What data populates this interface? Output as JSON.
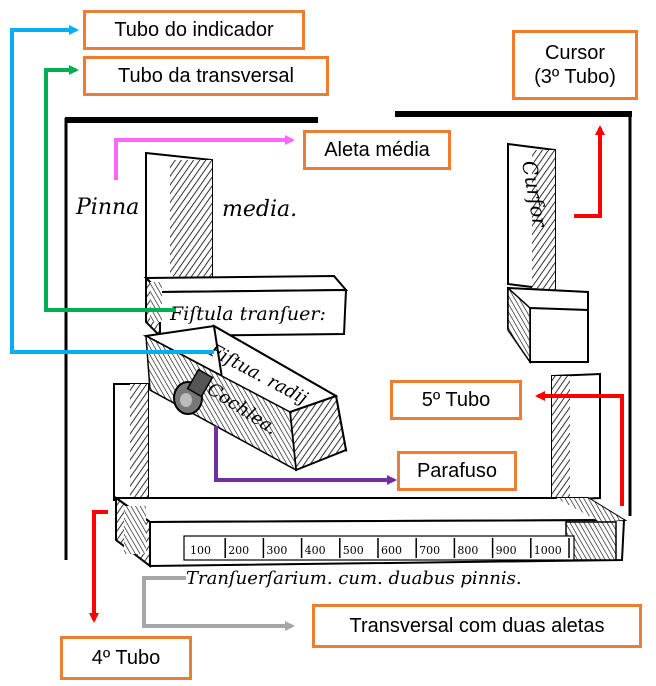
{
  "labels": {
    "tubo_indicador": "Tubo do indicador",
    "tubo_transversal": "Tubo da transversal",
    "cursor_line1": "Cursor",
    "cursor_line2": "(3º Tubo)",
    "aleta_media": "Aleta média",
    "quinto_tubo": "5º Tubo",
    "parafuso": "Parafuso",
    "transversal_duas_aletas": "Transversal com duas aletas",
    "quarto_tubo": "4º Tubo"
  },
  "woodcut_text": {
    "pinna": "Pinna",
    "media": "media.",
    "cursor": "Curfor",
    "fistula_transuer": "Fiſtula tranſuer:",
    "fistua_radij": "Fiſtua. radij",
    "cochlea": "Cochlea.",
    "transversarium": "Tranſuerſarium. cum. duabus pinnis.",
    "scale_ticks": [
      "100",
      "200",
      "300",
      "400",
      "500",
      "600",
      "700",
      "800",
      "900",
      "1000"
    ]
  },
  "colors": {
    "label_border": "#ed7d31",
    "arrow_indicador": "#00b0f0",
    "arrow_transversal": "#00b050",
    "arrow_aleta": "#ff66ff",
    "arrow_red": "#ff0000",
    "arrow_parafuso": "#7030a0",
    "arrow_gray": "#a6a6a6"
  }
}
